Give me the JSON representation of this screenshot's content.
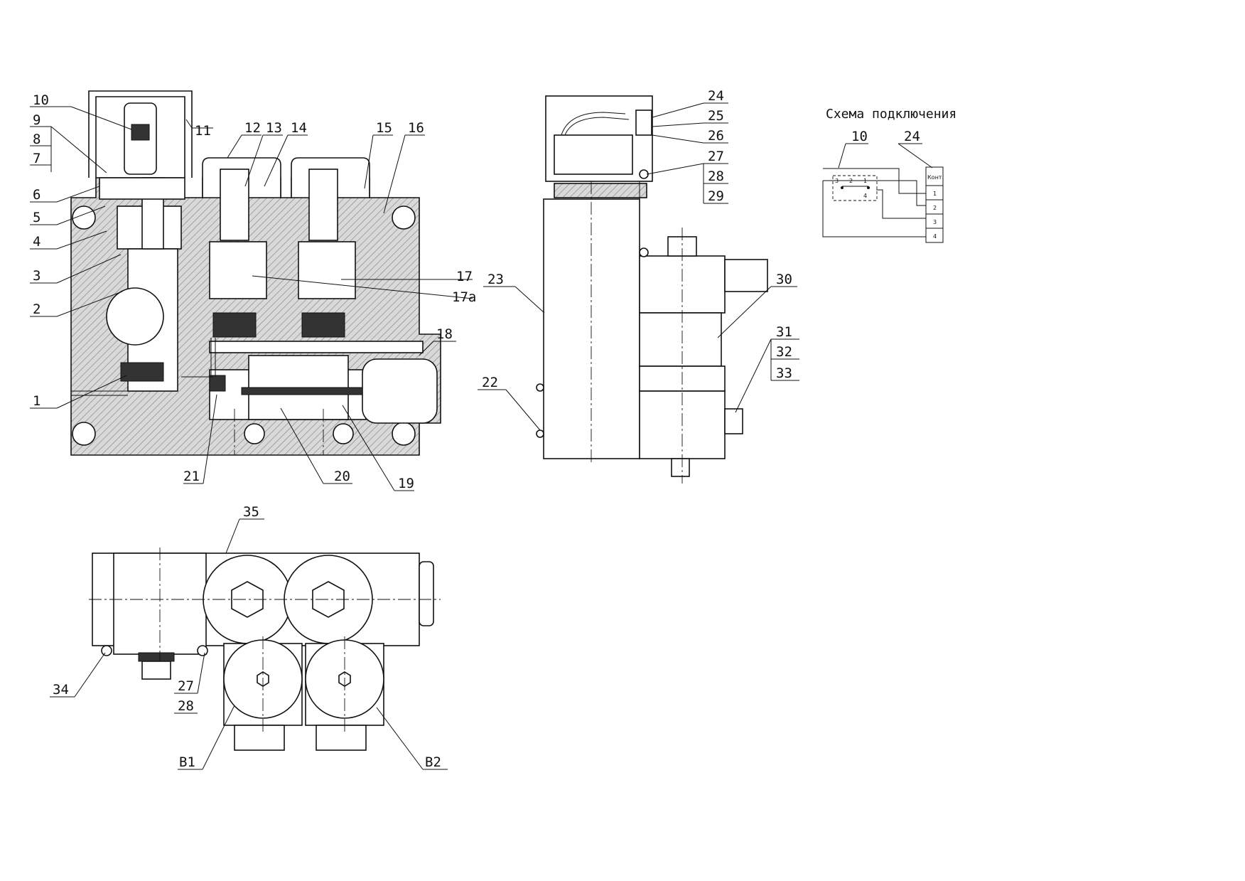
{
  "schema_title": "Схема  подключения",
  "schema_labels": {
    "left": "10",
    "right": "24",
    "header": "Конт.",
    "pins": [
      "1",
      "2",
      "3",
      "4"
    ],
    "switch_pins": [
      "1",
      "2",
      "3",
      "4"
    ]
  },
  "callouts_section": [
    "10",
    "9",
    "8",
    "7",
    "6",
    "5",
    "4",
    "3",
    "2",
    "1",
    "11",
    "12",
    "13",
    "14",
    "15",
    "16",
    "17",
    "17а",
    "18",
    "19",
    "20",
    "21"
  ],
  "callouts_side": [
    "24",
    "25",
    "26",
    "27",
    "28",
    "29",
    "23",
    "22",
    "30",
    "31",
    "32",
    "33"
  ],
  "callouts_top": [
    "35",
    "34",
    "27",
    "28",
    "В1",
    "В2"
  ]
}
